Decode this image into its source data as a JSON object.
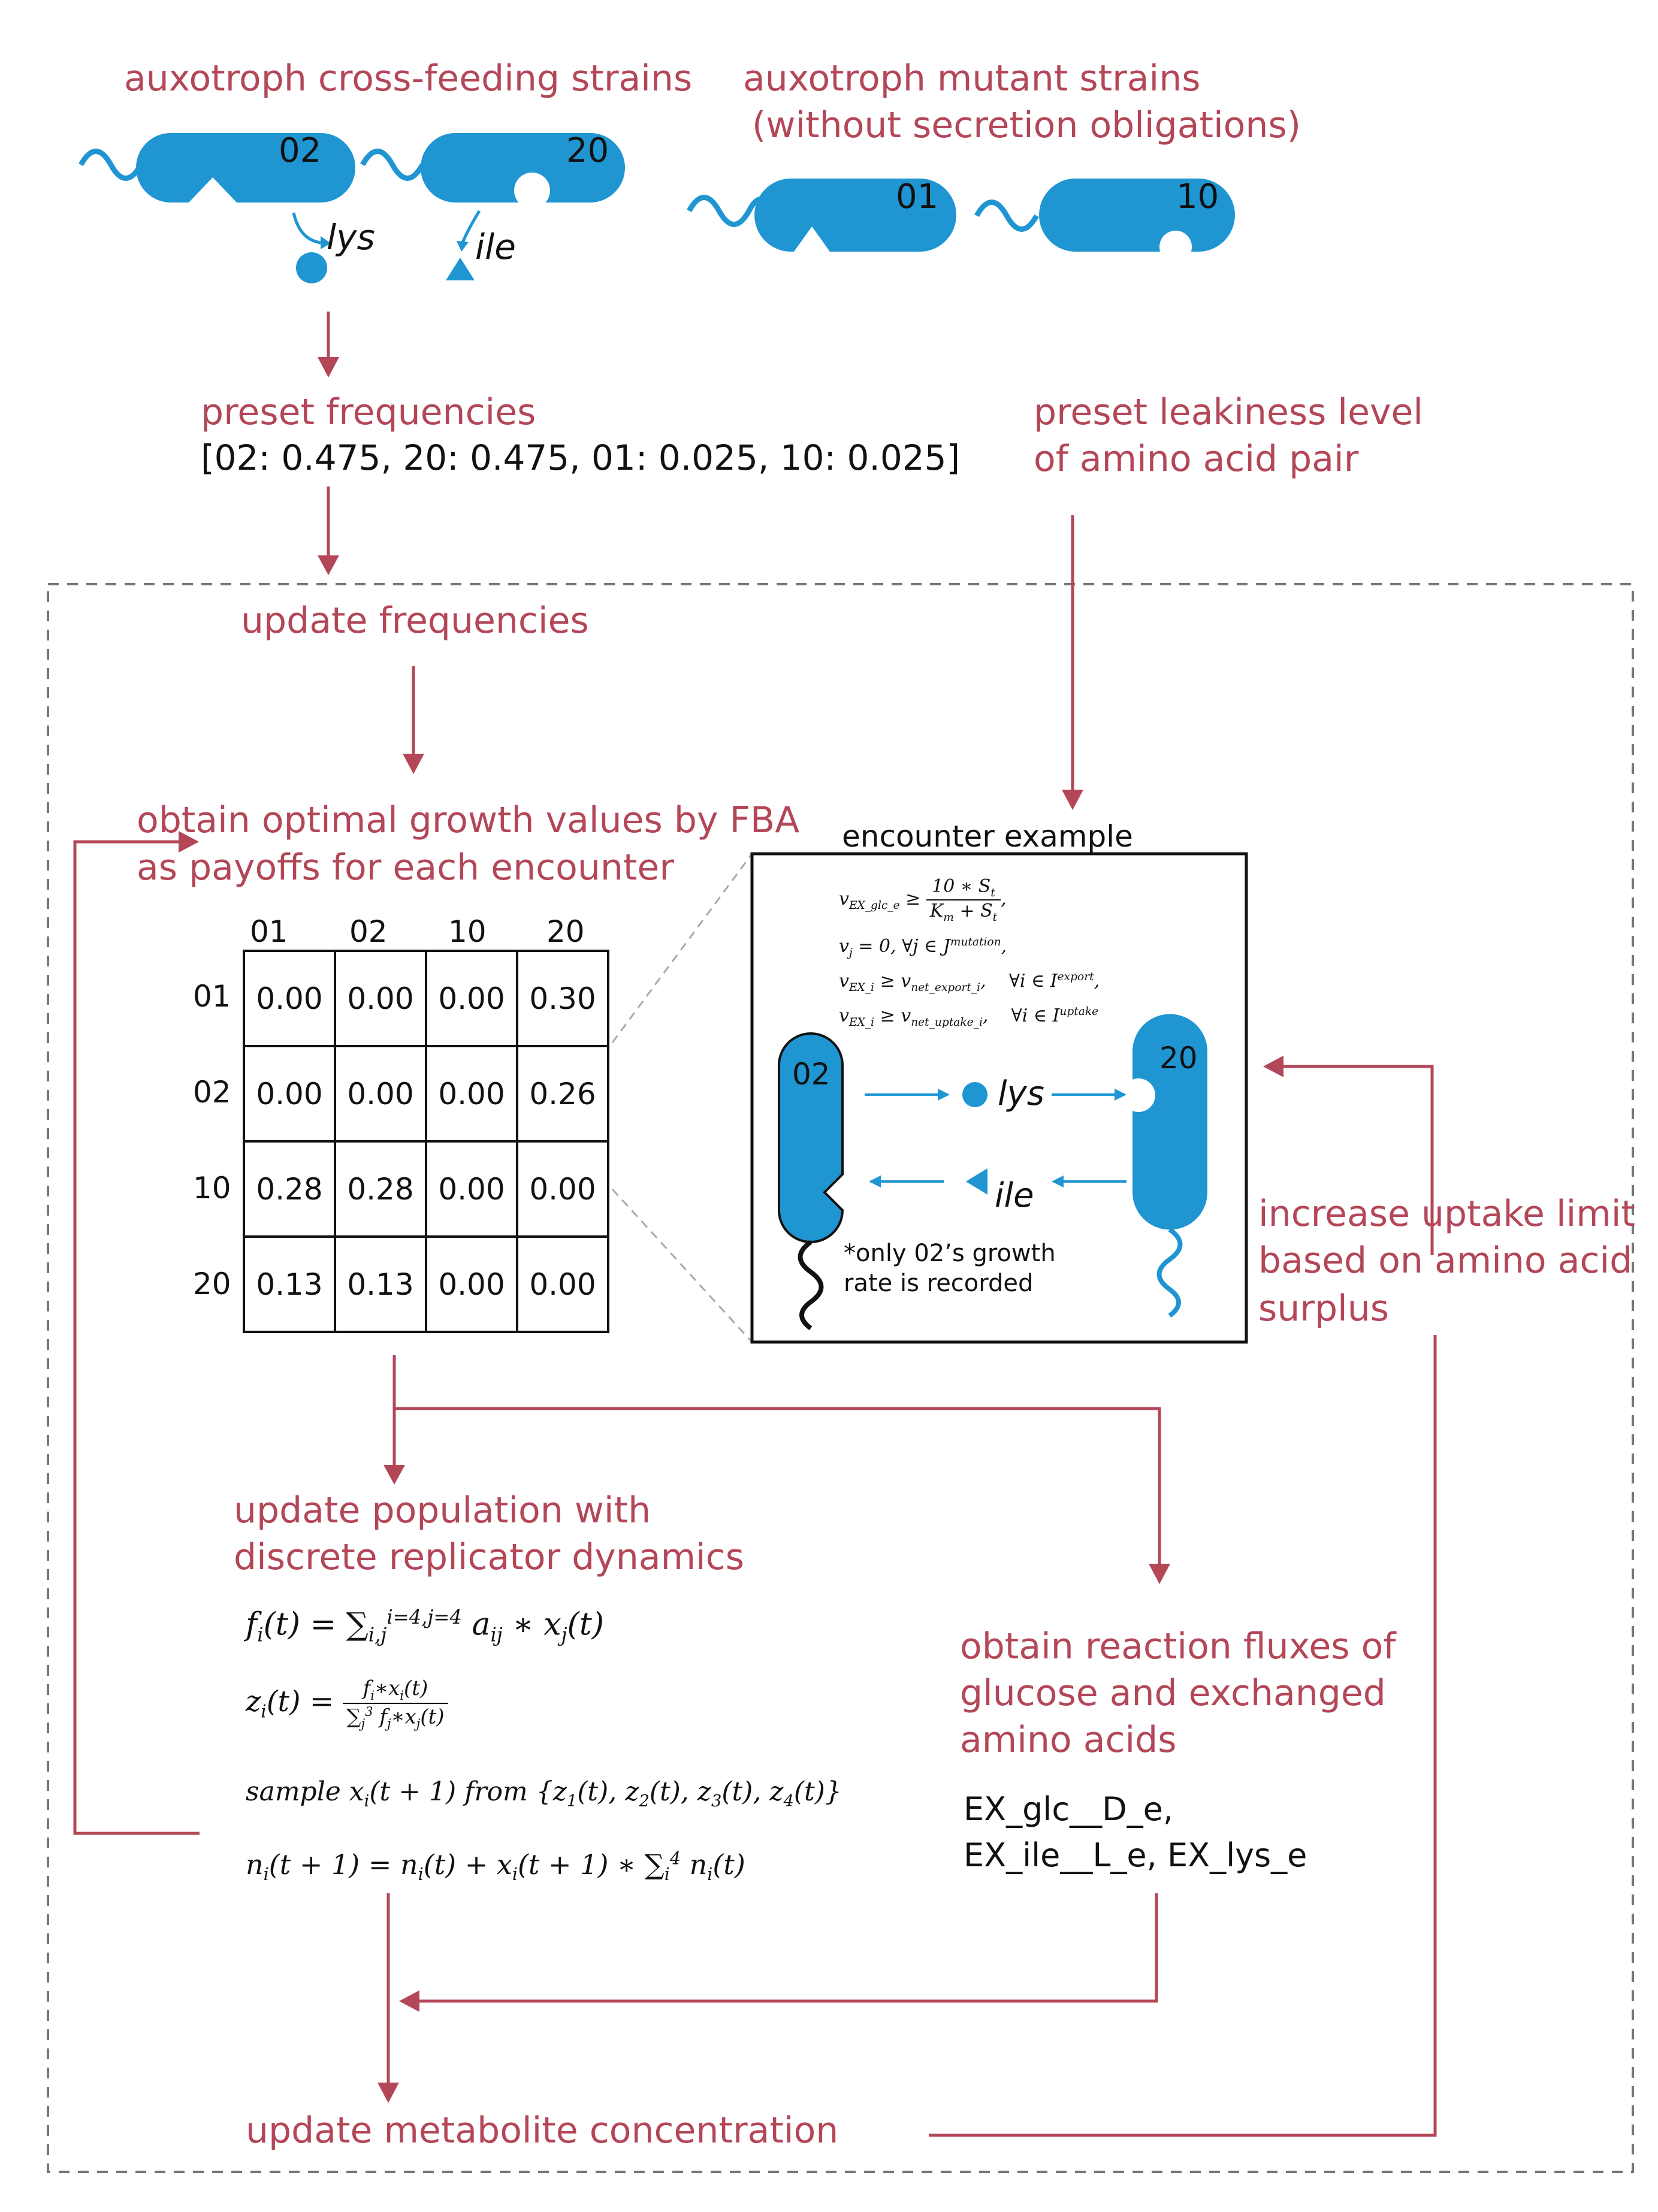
{
  "top": {
    "crossfeeding_title": "auxotroph cross-feeding strains",
    "mutant_title_line1": "auxotroph mutant strains",
    "mutant_title_line2": "(without secretion obligations)",
    "strain_02": "02",
    "strain_20": "20",
    "strain_01": "01",
    "strain_10": "10",
    "lys": "lys",
    "ile": "ile"
  },
  "preset": {
    "freq_title": "preset frequencies",
    "freq_values": "[02: 0.475, 20: 0.475, 01: 0.025, 10: 0.025]",
    "leak_line1": "preset leakiness level",
    "leak_line2": "of amino acid pair"
  },
  "loop": {
    "update_frequencies": "update frequencies",
    "fba_line1": "obtain optimal growth values by FBA",
    "fba_line2": "as payoffs for each encounter"
  },
  "payoff_table": {
    "col_headers": [
      "01",
      "02",
      "10",
      "20"
    ],
    "rows": [
      {
        "label": "01",
        "values": [
          "0.00",
          "0.00",
          "0.00",
          "0.30"
        ]
      },
      {
        "label": "02",
        "values": [
          "0.00",
          "0.00",
          "0.00",
          "0.26"
        ]
      },
      {
        "label": "10",
        "values": [
          "0.28",
          "0.28",
          "0.00",
          "0.00"
        ]
      },
      {
        "label": "20",
        "values": [
          "0.13",
          "0.13",
          "0.00",
          "0.00"
        ]
      }
    ]
  },
  "encounter": {
    "title": "encounter example",
    "left_strain": "02",
    "right_strain": "20",
    "lys": "lys",
    "ile": "ile",
    "note_line1": "*only 02’s growth",
    "note_line2": "rate is recorded"
  },
  "uptake": {
    "line1": "increase uptake limit",
    "line2": "based on amino acid",
    "line3": "surplus"
  },
  "replicator": {
    "line1": "update population with",
    "line2": "discrete replicator dynamics"
  },
  "fluxes": {
    "line1": "obtain reaction fluxes of",
    "line2": "glucose and exchanged",
    "line3": "amino acids",
    "rxn_line1": "EX_glc__D_e,",
    "rxn_line2": "EX_ile__L_e, EX_lys_e"
  },
  "metabolite": {
    "label": "update metabolite concentration"
  },
  "colors": {
    "accent_red": "#b34758",
    "cell_blue": "#1f95d2",
    "dashed_gray": "#777777"
  }
}
